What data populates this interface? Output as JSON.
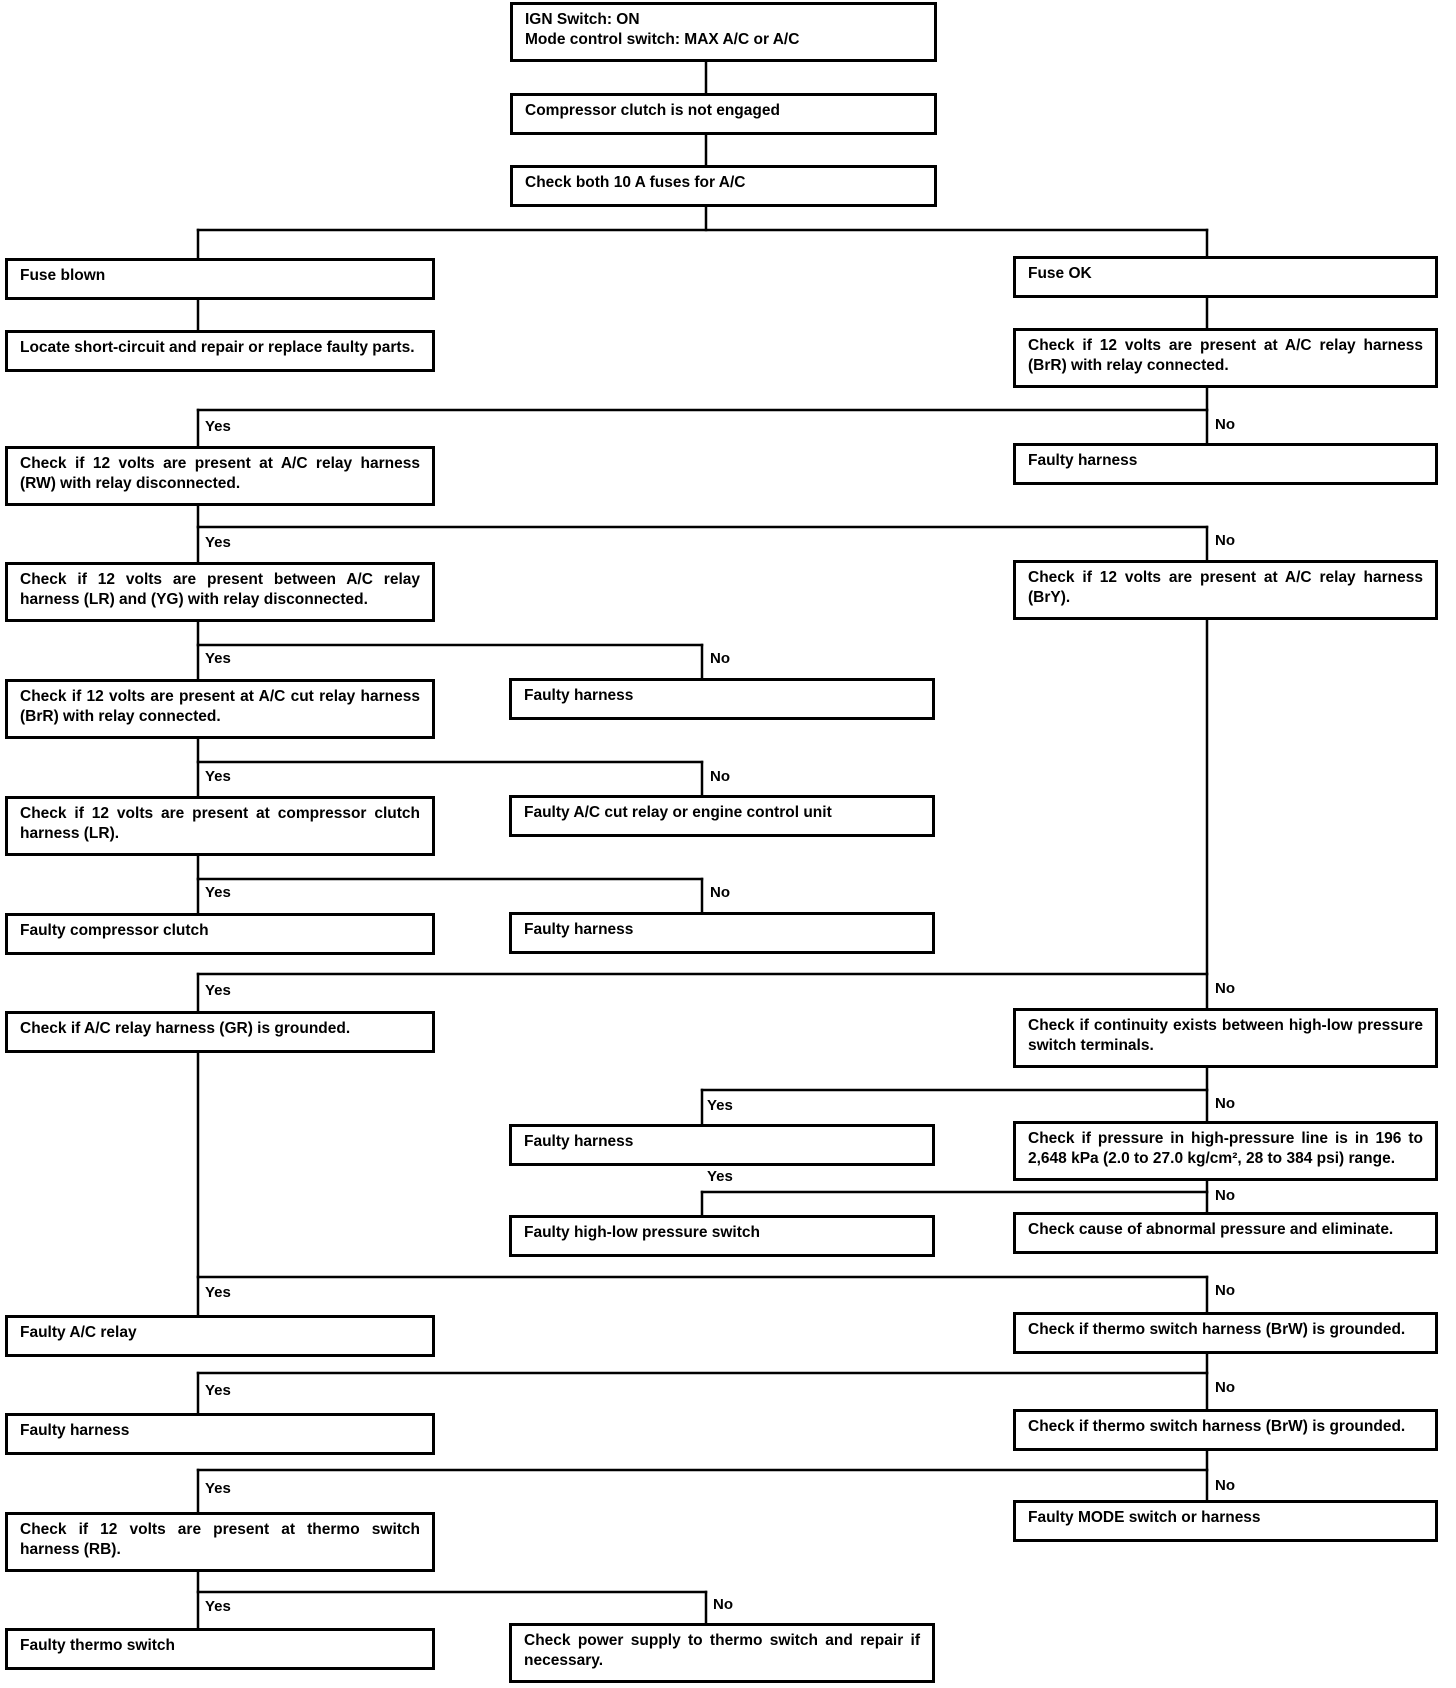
{
  "nodes": {
    "start": "IGN Switch: ON\nMode control switch: MAX A/C or A/C",
    "not_engaged": "Compressor clutch is not engaged",
    "check_fuses": "Check both 10 A fuses for A/C",
    "fuse_blown": "Fuse blown",
    "locate_short": "Locate short-circuit and repair or replace faulty parts.",
    "fuse_ok": "Fuse OK",
    "check_brr": "Check if 12 volts are present at A/C relay harness (BrR) with relay connected.",
    "check_rw": "Check if 12 volts are present at A/C relay harness (RW) with relay disconnected.",
    "faulty_harness_1": "Faulty harness",
    "check_lr_yg": "Check if 12 volts are present between A/C relay harness (LR) and (YG) with relay disconnected.",
    "check_bry": "Check if 12 volts are present at A/C relay harness (BrY).",
    "check_cut_relay": "Check if 12 volts are present at A/C cut relay harness (BrR) with relay connected.",
    "faulty_harness_2": "Faulty harness",
    "check_clutch_lr": "Check if 12 volts are present at compressor clutch harness (LR).",
    "faulty_cut_relay": "Faulty A/C cut relay or engine control unit",
    "faulty_clutch": "Faulty compressor clutch",
    "faulty_harness_3": "Faulty harness",
    "check_gr_ground": "Check if A/C relay harness (GR) is grounded.",
    "check_continuity": "Check if continuity exists between high-low pressure switch terminals.",
    "faulty_harness_4": "Faulty harness",
    "check_pressure": "Check if pressure in high-pressure line is in 196 to 2,648 kPa (2.0 to 27.0 kg/cm², 28 to 384 psi) range.",
    "faulty_pressure_switch": "Faulty high-low pressure switch",
    "check_abnormal": "Check cause of abnormal pressure and eliminate.",
    "faulty_ac_relay": "Faulty A/C relay",
    "check_thermo_1": "Check if thermo switch harness (BrW) is grounded.",
    "faulty_harness_5": "Faulty harness",
    "check_thermo_2": "Check if thermo switch harness (BrW) is grounded.",
    "check_rb": "Check if 12 volts are present at thermo switch harness (RB).",
    "faulty_mode": "Faulty MODE switch or harness",
    "faulty_thermo": "Faulty thermo switch",
    "check_power": "Check power supply to thermo switch and repair if necessary."
  },
  "labels": {
    "yes": "Yes",
    "no": "No"
  },
  "colors": {
    "line": "#000000",
    "background": "#ffffff"
  }
}
